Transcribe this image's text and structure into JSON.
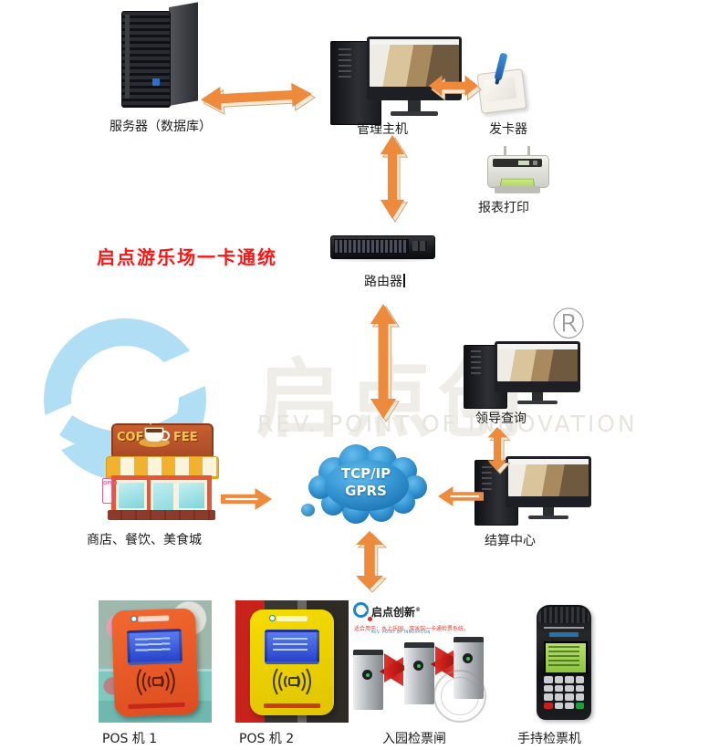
{
  "title": {
    "text": "启点游乐场一卡通统"
  },
  "nodes": {
    "server": {
      "label": "服务器（数据库）"
    },
    "management_host": {
      "label": "管理主机"
    },
    "card_issuer": {
      "label": "发卡器"
    },
    "report_printer": {
      "label": "报表打印"
    },
    "router": {
      "label": "路由器"
    },
    "cloud": {
      "line1": "TCP/IP",
      "line2": "GPRS"
    },
    "shops": {
      "label": "商店、餐饮、美食城",
      "sign_left": "COF",
      "sign_right": "FEE",
      "open_sign": "OPEN"
    },
    "leader_query": {
      "label": "领导查询"
    },
    "settlement_center": {
      "label": "结算中心"
    },
    "pos1": {
      "label": "POS 机 1"
    },
    "pos2": {
      "label": "POS 机 2"
    },
    "entry_gate": {
      "label": "入园检票闸",
      "brand": "启点创新",
      "brand_reg": "®",
      "brand_sub": "REV. POINT OF INNOVATION",
      "red_note": "适合用于：水上乐园、游泳馆一卡通检票系统。"
    },
    "handheld_checker": {
      "label": "手持检票机"
    }
  },
  "watermark": {
    "brand": "启点创",
    "tagline": "REV. POINT OF INNOVATION",
    "registered": "®"
  },
  "colors": {
    "arrow_orange": "#ED8A3C",
    "cloud_blue": "#2E86C8",
    "title_red": "#FF1414"
  }
}
